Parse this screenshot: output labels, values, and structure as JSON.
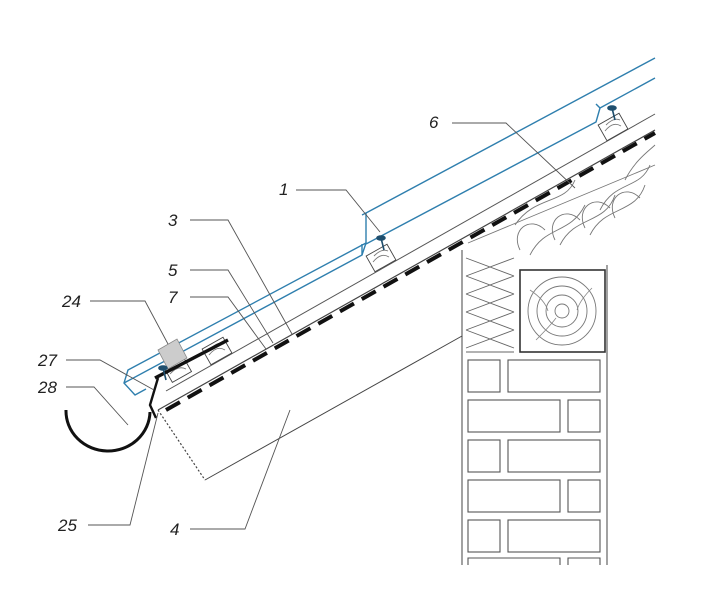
{
  "colors": {
    "background": "#ffffff",
    "sheet": "#2f7fae",
    "structure": "#444444",
    "leader": "#555555",
    "text": "#222222",
    "membrane": "#111111"
  },
  "callouts": {
    "c1": "1",
    "c3": "3",
    "c4": "4",
    "c5": "5",
    "c6": "6",
    "c7": "7",
    "c24": "24",
    "c25": "25",
    "c27": "27",
    "c28": "28"
  }
}
